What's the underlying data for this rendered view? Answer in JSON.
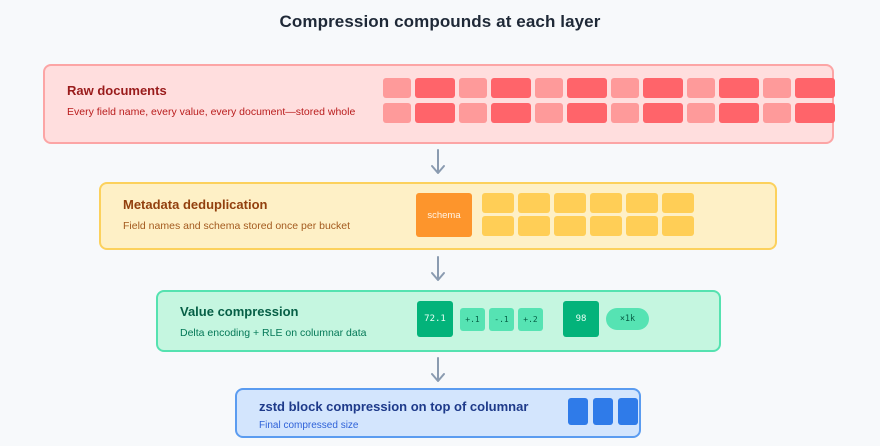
{
  "title": "Compression compounds at each layer",
  "layers": [
    {
      "id": "raw",
      "heading": "Raw documents",
      "subtitle": "Every field name, every value, every document—stored whole",
      "accent": "#ff646a",
      "block_rows": 2,
      "block_pattern": [
        "light",
        "dark",
        "light",
        "dark",
        "light",
        "dark",
        "light",
        "dark",
        "light",
        "dark",
        "light",
        "dark"
      ]
    },
    {
      "id": "metadata",
      "heading": "Metadata deduplication",
      "subtitle": "Field names and schema stored once per bucket",
      "accent": "#fd952c",
      "schema_label": "schema",
      "block_rows": 2,
      "block_cols": 6
    },
    {
      "id": "value",
      "heading": "Value compression",
      "subtitle": "Delta encoding + RLE on columnar data",
      "accent": "#03b37a",
      "tokens": {
        "base": "72.1",
        "deltas": [
          "+.1",
          "-.1",
          "+.2"
        ],
        "rle_value": "98",
        "rle_count": "×1k"
      }
    },
    {
      "id": "zstd",
      "heading": "zstd block compression on top of columnar",
      "subtitle": "Final compressed size",
      "accent": "#2f7be9",
      "block_count": 3
    }
  ],
  "arrows": {
    "icon": "arrow-down-icon",
    "color": "#8a9bb0"
  }
}
